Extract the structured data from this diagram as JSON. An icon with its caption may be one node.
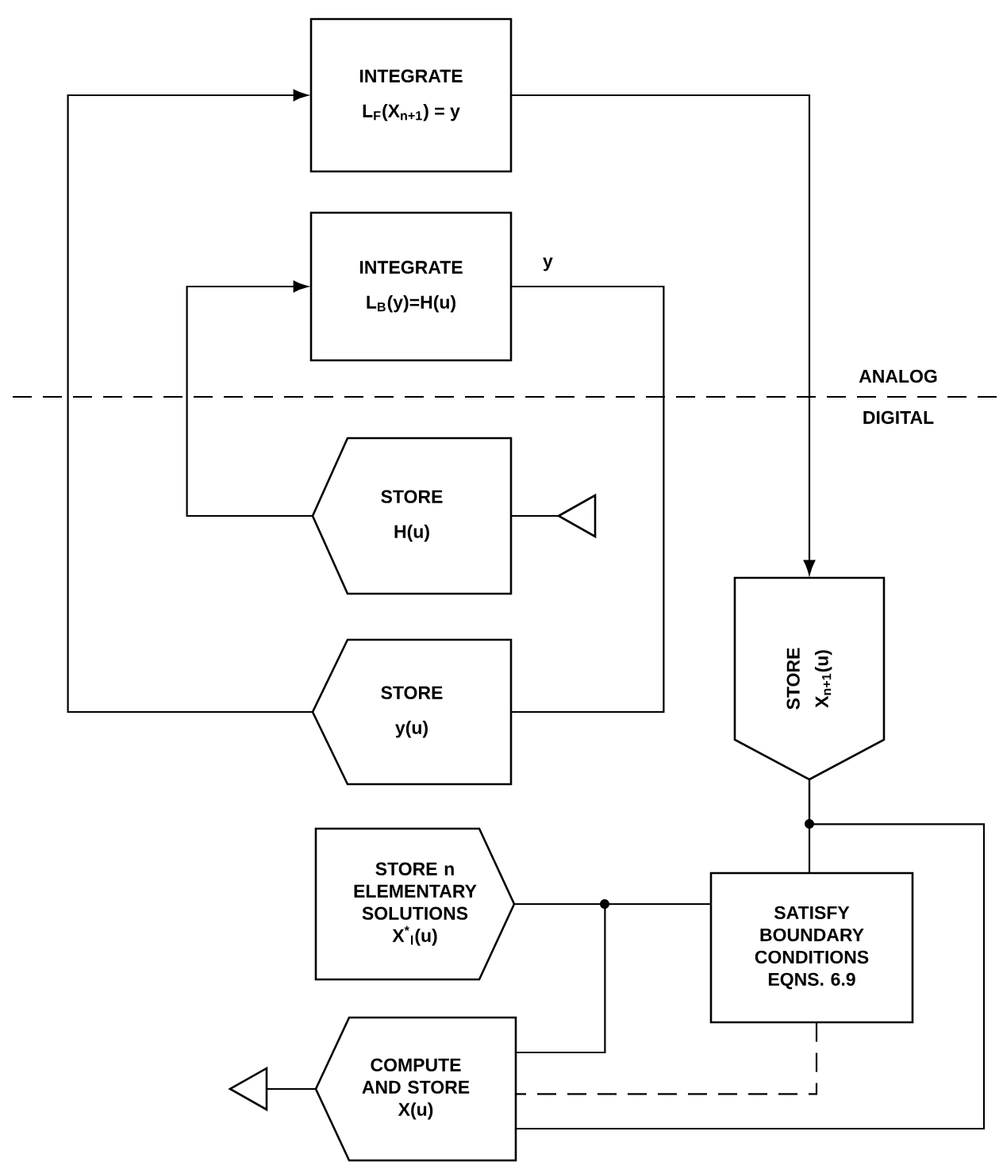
{
  "diagram": {
    "nodes": [
      {
        "text": [
          "INTEGRATE",
          "L$_{F}$(X$_{n+1}$) = y"
        ]
      },
      {
        "text": [
          "INTEGRATE",
          "L$_{B}$(y)=H(u)"
        ]
      },
      {
        "text": [
          "STORE",
          "H(u)"
        ]
      },
      {
        "text": [
          "STORE",
          "y(u)"
        ]
      },
      {
        "text": [
          "STORE",
          "X$_{n+1}$(u)"
        ]
      },
      {
        "text": [
          "STORE n ELEMENTARY SOLUTIONS X$^{*}$$_{l}$(u)"
        ]
      },
      {
        "text": [
          "SATISFY BOUNDARY CONDITIONS EQNS. 6.9"
        ]
      },
      {
        "text": [
          "COMPUTE AND STORE X(u)"
        ]
      },
      {
        "text": [],
        "shape": "triangle"
      },
      {
        "text": [],
        "shape": "triangle"
      }
    ],
    "edges": [
      {
        "from": 3,
        "to": 0,
        "arrow": "to"
      },
      {
        "from": 2,
        "to": 1,
        "arrow": "to"
      },
      {
        "from": 1,
        "to": 3,
        "arrow": "none",
        "label": "y"
      },
      {
        "from": 2,
        "to": 8,
        "arrow": "none"
      },
      {
        "from": 0,
        "to": 4,
        "arrow": "to"
      },
      {
        "from": 4,
        "to": 6,
        "arrow": "none"
      },
      {
        "from": 4,
        "to": 7,
        "arrow": "none"
      },
      {
        "from": 5,
        "to": 6,
        "arrow": "none"
      },
      {
        "from": 5,
        "to": 7,
        "arrow": "none"
      },
      {
        "from": 6,
        "to": 7,
        "arrow": "none",
        "style": "dashed"
      },
      {
        "from": 7,
        "to": 9,
        "arrow": "none"
      }
    ],
    "labels": [
      "ANALOG",
      "DIGITAL"
    ]
  }
}
